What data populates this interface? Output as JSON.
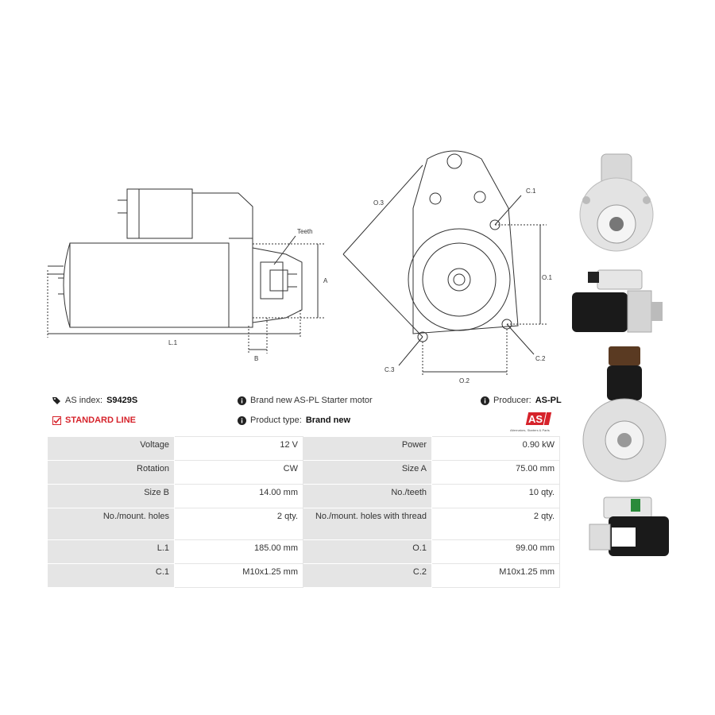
{
  "drawing_labels": {
    "teeth": "Teeth",
    "a": "A",
    "l1": "L.1",
    "b": "B",
    "o3": "O.3",
    "c1": "C.1",
    "o1": "O.1",
    "c3": "C.3",
    "o2": "O.2",
    "c2": "C.2"
  },
  "info": {
    "as_index_label": "AS index:",
    "as_index_value": "S9429S",
    "description": "Brand new AS-PL Starter motor",
    "producer_label": "Producer:",
    "producer_value": "AS-PL",
    "line": "STANDARD LINE",
    "product_type_label": "Product type:",
    "product_type_value": "Brand new"
  },
  "logo": {
    "mark": "AS",
    "tagline": "Alternators, Starters & Parts",
    "accent": "#d6232b"
  },
  "specs": [
    {
      "k1": "Voltage",
      "v1": "12 V",
      "k2": "Power",
      "v2": "0.90 kW"
    },
    {
      "k1": "Rotation",
      "v1": "CW",
      "k2": "Size A",
      "v2": "75.00 mm"
    },
    {
      "k1": "Size B",
      "v1": "14.00 mm",
      "k2": "No./teeth",
      "v2": "10 qty."
    },
    {
      "k1": "No./mount. holes",
      "v1": "2 qty.",
      "k2": "No./mount. holes with thread",
      "v2": "2 qty."
    },
    {
      "k1": "L.1",
      "v1": "185.00 mm",
      "k2": "O.1",
      "v2": "99.00 mm"
    },
    {
      "k1": "C.1",
      "v1": "M10x1.25 mm",
      "k2": "C.2",
      "v2": "M10x1.25 mm"
    }
  ]
}
